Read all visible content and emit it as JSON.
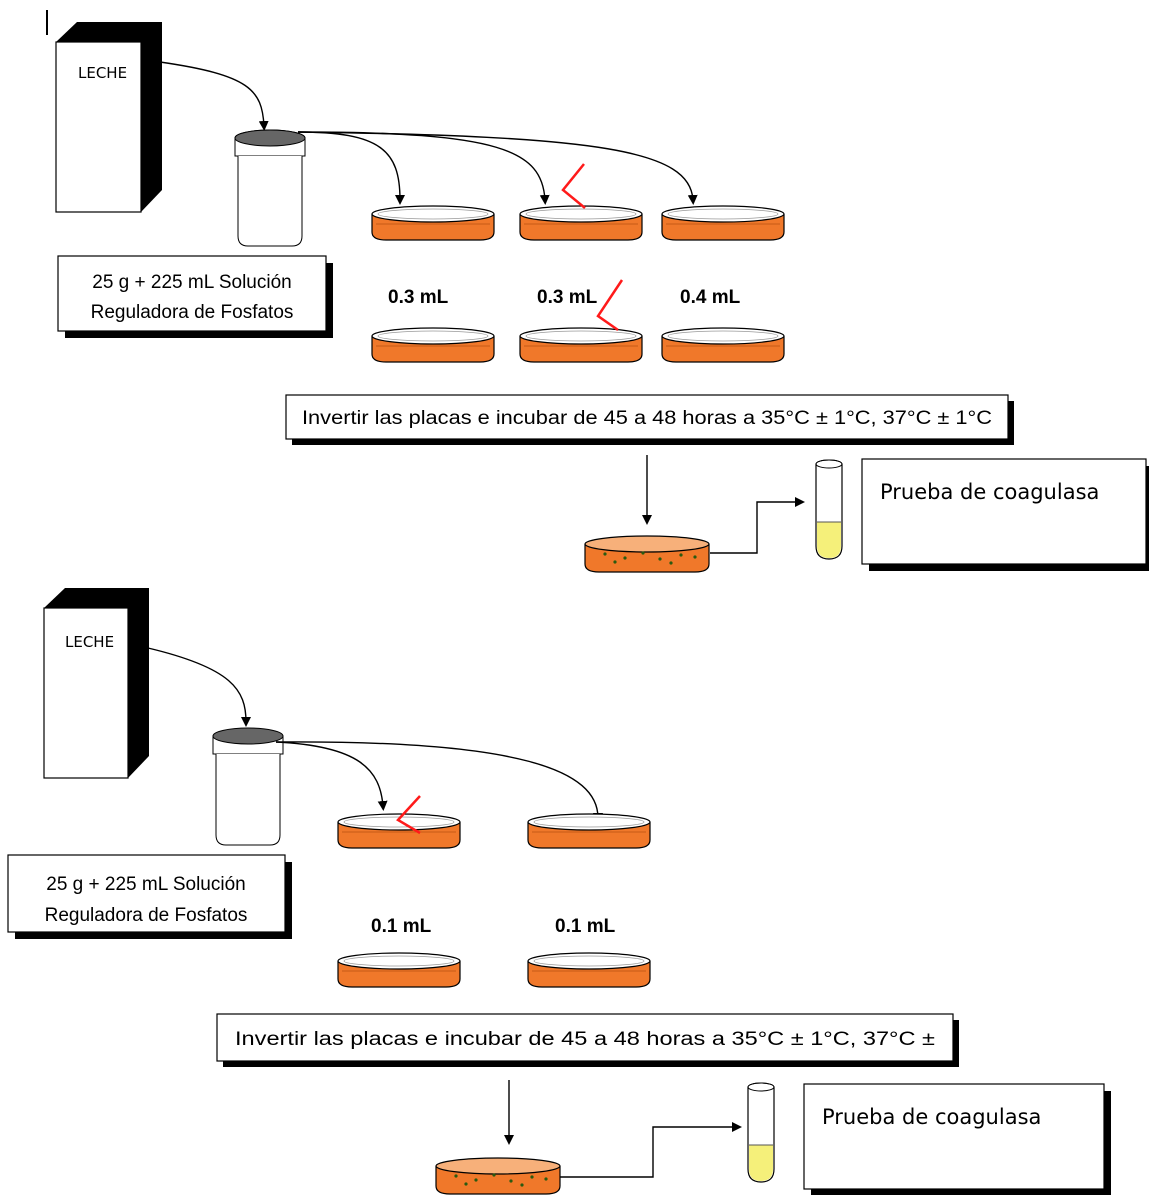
{
  "colors": {
    "agar": "#f0782a",
    "agar_dark": "#c65a17",
    "dish_rim": "#ffffff",
    "pipette_mark": "#ff1a1a",
    "tube_liquid": "#f5f07a",
    "cap": "#666666",
    "colony_dot": "#2a5a10"
  },
  "icons": [
    "milk-carton",
    "sample-jar",
    "petri-dish",
    "pipette-check-mark",
    "test-tube"
  ],
  "procedure_1": {
    "carton_label": "LECHE",
    "sample_line1": "25 g + 225 mL Solución",
    "sample_line2": "Reguladora de Fosfatos",
    "volumes": [
      "0.3 mL",
      "0.3 mL",
      "0.4 mL"
    ],
    "incubation": "Invertir las placas e incubar de 45 a 48 horas a 35°C ± 1°C, 37°C ± 1°C",
    "test": "Prueba de coagulasa"
  },
  "procedure_2": {
    "carton_label": "LECHE",
    "sample_line1": "25 g + 225 mL Solución",
    "sample_line2": "Reguladora de Fosfatos",
    "volumes": [
      "0.1 mL",
      "0.1 mL"
    ],
    "incubation": "Invertir las placas e incubar de 45 a 48 horas a 35°C ± 1°C, 37°C ±",
    "test": "Prueba de coagulasa"
  }
}
